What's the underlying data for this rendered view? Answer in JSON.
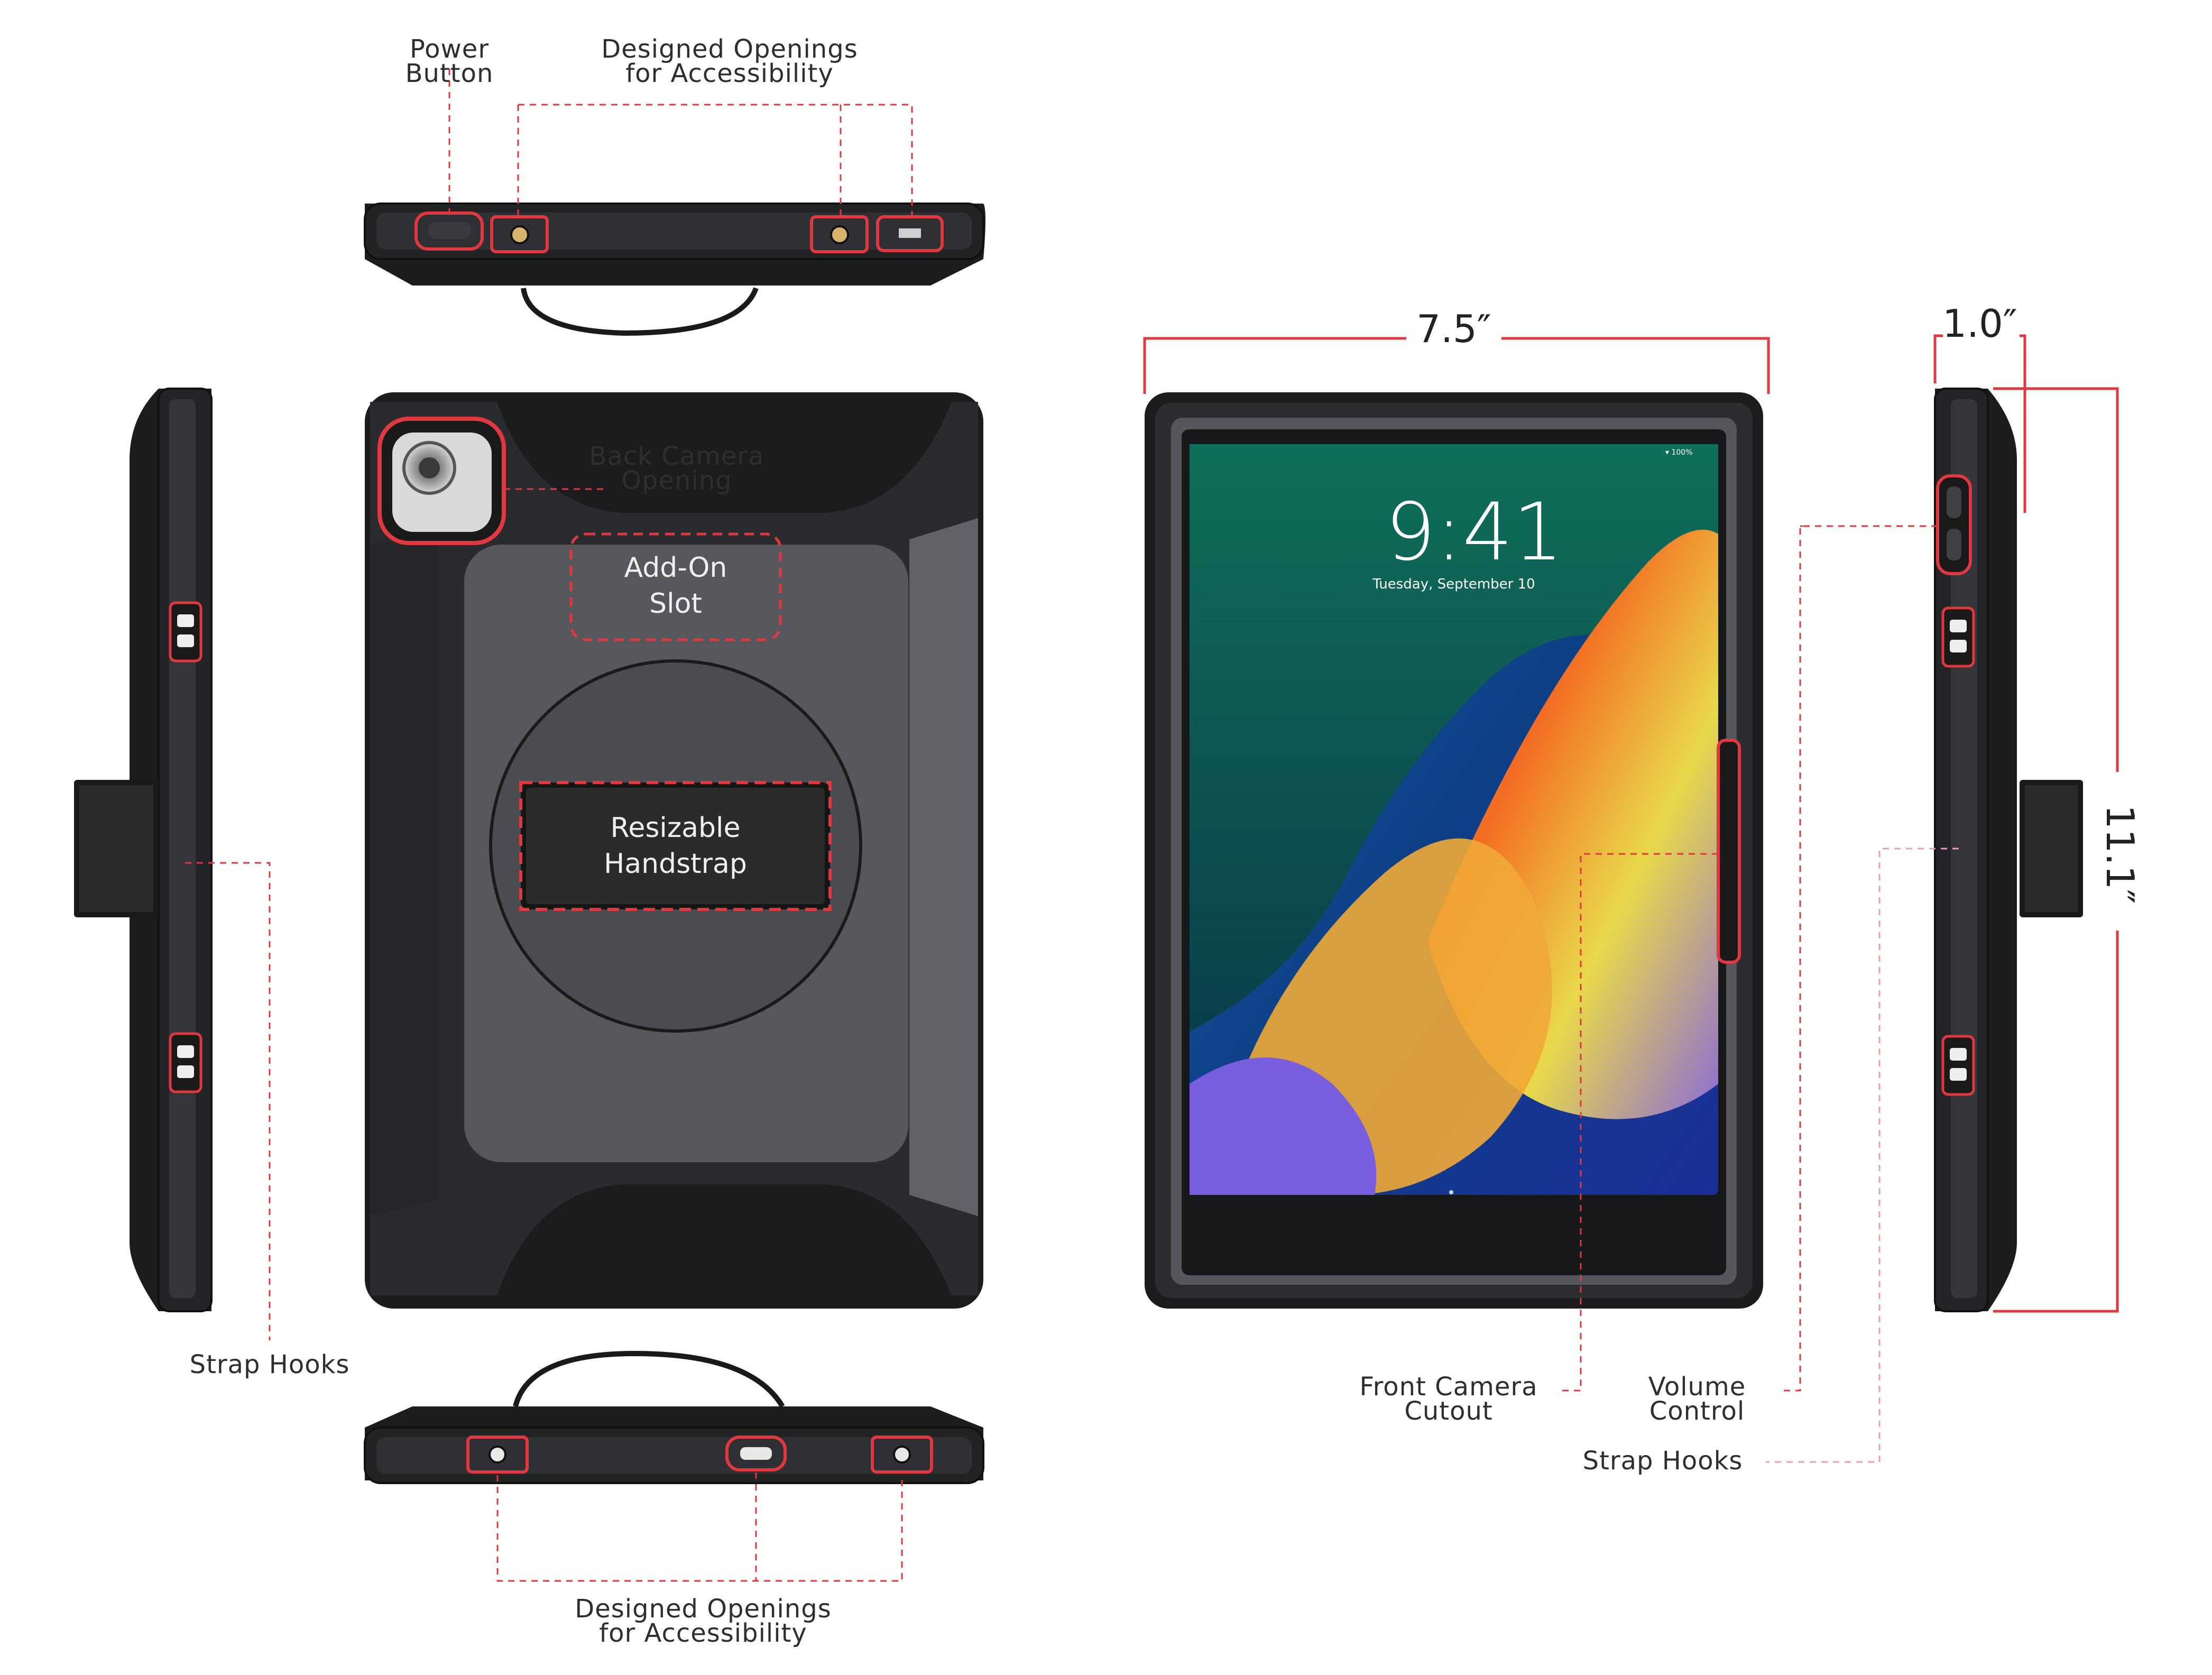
{
  "colors": {
    "accent": "#e0383e",
    "case_black": "#1c1c1e",
    "case_gray": "#5c5e63",
    "dimension_line": "#e0383e"
  },
  "callouts": {
    "power_button": "Power\nButton",
    "top_openings": "Designed Openings\nfor Accessibility",
    "back_camera": "Back Camera\nOpening",
    "add_on_slot": "Add-On\nSlot",
    "handstrap": "Resizable\nHandstrap",
    "left_strap_hooks": "Strap Hooks",
    "bottom_openings": "Designed Openings\nfor Accessibility",
    "front_camera": "Front Camera\nCutout",
    "volume_control": "Volume\nControl",
    "right_strap_hooks": "Strap Hooks"
  },
  "dimensions": {
    "width": "7.5″",
    "depth": "1.0″",
    "height": "11.1″"
  },
  "screen": {
    "time": "9:41",
    "date": "Tuesday, September 10",
    "battery": "100%"
  },
  "icons": {
    "back_camera": "camera-lens-icon",
    "wifi": "wifi-icon",
    "battery": "battery-icon"
  }
}
